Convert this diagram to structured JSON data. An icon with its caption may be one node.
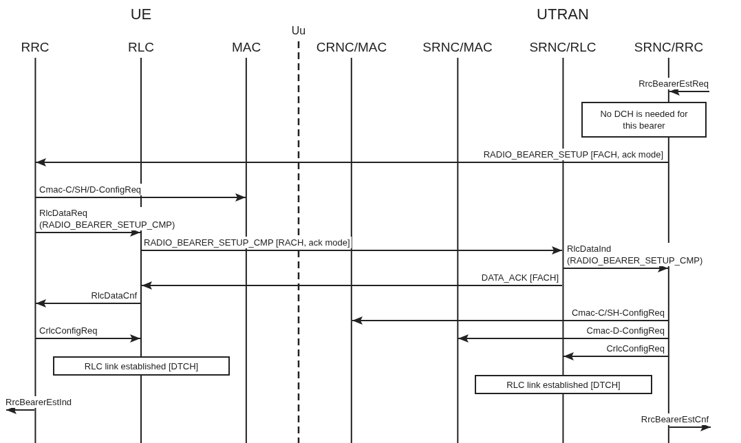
{
  "diagram": {
    "nodes": [
      {
        "text": [
          "RRC"
        ]
      },
      {
        "text": [
          "RLC"
        ]
      },
      {
        "text": [
          "MAC"
        ]
      },
      {
        "text": [
          "CRNC/MAC"
        ]
      },
      {
        "text": [
          "SRNC/MAC"
        ]
      },
      {
        "text": [
          "SRNC/RLC"
        ]
      },
      {
        "text": [
          "SRNC/RRC"
        ]
      },
      {
        "text": [
          "No DCH is needed for this bearer"
        ]
      },
      {
        "text": [
          "RLC link established [DTCH]"
        ]
      },
      {
        "text": [
          "RLC link established [DTCH]"
        ]
      }
    ],
    "edges": [
      {
        "from": null,
        "to": 6,
        "arrow": "to",
        "label": "RrcBearerEstReq"
      },
      {
        "from": 6,
        "to": 0,
        "arrow": "to",
        "label": "RADIO_BEARER_SETUP [FACH, ack mode]"
      },
      {
        "from": 0,
        "to": 2,
        "arrow": "to",
        "label": "Cmac-C/SH/D-ConfigReq"
      },
      {
        "from": 0,
        "to": 1,
        "arrow": "to",
        "label": "RlcDataReq (RADIO_BEARER_SETUP_CMP)"
      },
      {
        "from": 1,
        "to": 5,
        "arrow": "to",
        "label": "RADIO_BEARER_SETUP_CMP [RACH, ack mode]"
      },
      {
        "from": 5,
        "to": 6,
        "arrow": "to",
        "label": "RlcDataInd (RADIO_BEARER_SETUP_CMP)"
      },
      {
        "from": 5,
        "to": 1,
        "arrow": "to",
        "label": "DATA_ACK [FACH]"
      },
      {
        "from": 1,
        "to": 0,
        "arrow": "to",
        "label": "RlcDataCnf"
      },
      {
        "from": 6,
        "to": 3,
        "arrow": "to",
        "label": "Cmac-C/SH-ConfigReq"
      },
      {
        "from": 0,
        "to": 1,
        "arrow": "to",
        "label": "CrlcConfigReq"
      },
      {
        "from": 6,
        "to": 4,
        "arrow": "to",
        "label": "Cmac-D-ConfigReq"
      },
      {
        "from": 6,
        "to": 5,
        "arrow": "to",
        "label": "CrlcConfigReq"
      },
      {
        "from": 0,
        "to": null,
        "arrow": "to",
        "label": "RrcBearerEstInd"
      },
      {
        "from": 6,
        "to": null,
        "arrow": "to",
        "label": "RrcBearerEstCnf"
      }
    ],
    "labels": [
      "UE",
      "UTRAN",
      "Uu"
    ]
  }
}
